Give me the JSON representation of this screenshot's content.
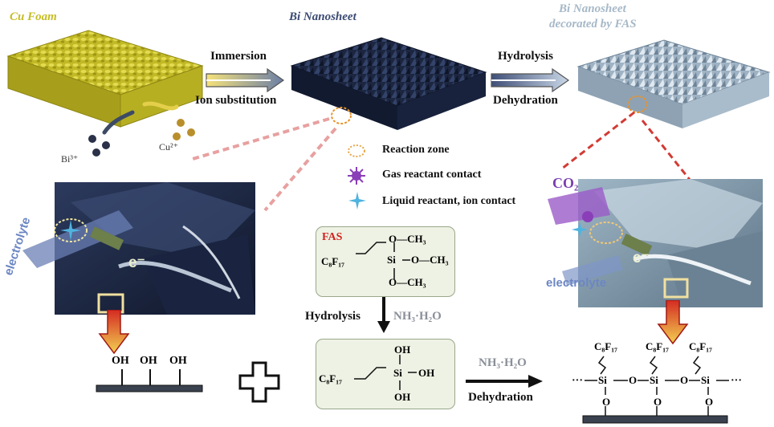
{
  "labels": {
    "cu_foam": "Cu Foam",
    "bi_nanosheet": "Bi Nanosheet",
    "bi_fas_line1": "Bi Nanosheet",
    "bi_fas_line2": "decorated by FAS",
    "bi_ion": "Bi³⁺",
    "cu_ion": "Cu²⁺"
  },
  "steps": {
    "step1_top": "Immersion",
    "step1_bottom": "Ion substitution",
    "step2_top": "Hydrolysis",
    "step2_bottom": "Dehydration",
    "hydrolysis": "Hydrolysis",
    "reagent": "NH₃·H₂O",
    "reagent2": "NH₃·H₂O",
    "dehydration": "Dehydration"
  },
  "legend": {
    "reaction_zone": "Reaction zone",
    "gas_contact": "Gas reactant contact",
    "liquid_contact": "Liquid reactant, ion contact"
  },
  "zoom_labels": {
    "electrolyte_left": "electrolyte",
    "electrolyte_right": "electrolyte",
    "electron_left": "e⁻",
    "electron_right": "e⁻",
    "co2": "CO₂"
  },
  "chem": {
    "fas_name": "FAS",
    "oh": "OH",
    "och3": "O—CH₃",
    "si": "Si",
    "o": "O",
    "c8f17": "C₈F₁₇",
    "plus": "+"
  },
  "colors": {
    "cu_foam": "#c9c12c",
    "bi_dark": "#1e2a44",
    "bi_fas": "#a8bccc",
    "fas_red": "#d2231f",
    "co2_purple": "#7a3fb0",
    "electrolyte_blue": "#5a78b8",
    "box_fill": "#eef2e4"
  }
}
